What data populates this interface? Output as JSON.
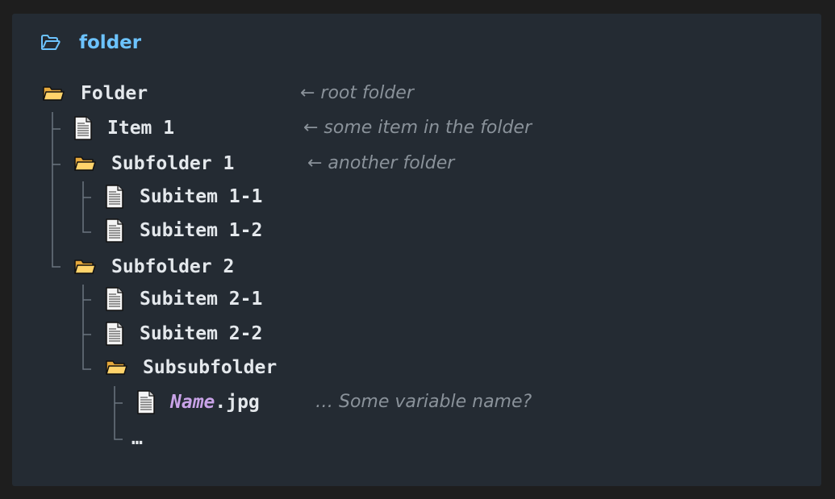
{
  "header": {
    "icon": "folder-open-icon",
    "title": "folder"
  },
  "tree": {
    "root": {
      "label": "Folder",
      "icon": "folder-icon",
      "comment": "← root folder"
    },
    "item1": {
      "label": "Item 1",
      "icon": "file-icon",
      "comment": "← some item in the folder"
    },
    "subfolder1": {
      "label": "Subfolder 1",
      "icon": "folder-icon",
      "comment": "← another folder"
    },
    "subitem11": {
      "label": "Subitem 1-1",
      "icon": "file-icon"
    },
    "subitem12": {
      "label": "Subitem 1-2",
      "icon": "file-icon"
    },
    "subfolder2": {
      "label": "Subfolder 2",
      "icon": "folder-icon"
    },
    "subitem21": {
      "label": "Subitem 2-1",
      "icon": "file-icon"
    },
    "subitem22": {
      "label": "Subitem 2-2",
      "icon": "file-icon"
    },
    "subsubfolder": {
      "label": "Subsubfolder",
      "icon": "folder-icon"
    },
    "name_file": {
      "variable": "Name",
      "suffix": ".jpg",
      "icon": "file-icon",
      "comment": "… Some variable name?"
    },
    "ellipsis": {
      "label": "…"
    }
  },
  "colors": {
    "background": "#1e1e1e",
    "panel": "#242b33",
    "title": "#6cc3ff",
    "text": "#e4e8ec",
    "comment": "#8a929a",
    "variable": "#c9a3e8",
    "folder": "#ffd36b",
    "guide": "#6b7580"
  }
}
